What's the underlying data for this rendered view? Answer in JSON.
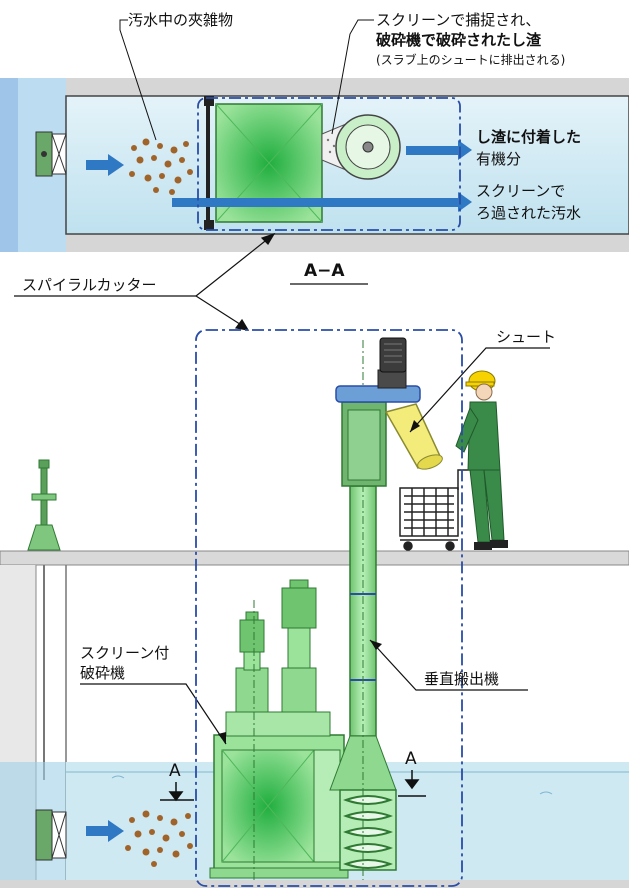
{
  "colors": {
    "water": "#cde8f3",
    "water_deep": "#a9d7ea",
    "wall": "#d7d7d7",
    "equipment_green": "#8fd88f",
    "equipment_dark": "#2f7a33",
    "equipment_fill": "#2fb64a",
    "flow_arrow": "#2f78c4",
    "outline_blue": "#2a4da8",
    "debris": "#a0642a",
    "worker": "#3a8a4a",
    "helmet": "#f5d200"
  },
  "labels": {
    "debris_in_sewage": "汚水中の夾雑物",
    "captured_line1": "スクリーンで捕捉され、",
    "captured_line2": "破砕機で破砕されたし渣",
    "captured_line3": "(スラブ上のシュートに排出される)",
    "organic_line1": "し渣に付着した",
    "organic_line2": "有機分",
    "filtered_line1": "スクリーンで",
    "filtered_line2": "ろ過された汚水",
    "spiral_cutter": "スパイラルカッター",
    "section_aa": "A−A",
    "chute": "シュート",
    "screen_crusher_line1": "スクリーン付",
    "screen_crusher_line2": "破砕機",
    "vertical_conveyor": "垂直搬出機",
    "marker_a_left": "A",
    "marker_a_right": "A"
  },
  "icons": {
    "flow": "right-arrow-icon",
    "worker": "worker-figure-icon",
    "cart": "cart-icon",
    "motor": "motor-icon"
  }
}
